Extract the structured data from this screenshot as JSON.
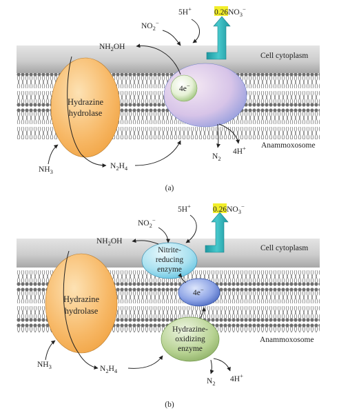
{
  "colors": {
    "membrane": "#cfcfcf",
    "membrane_dark": "#a9a9a9",
    "lipid": "#7a7a7a",
    "hydrazine_hydrolase": "#f6b45b",
    "yield_highlight": "#f2ee2a",
    "export_arrow": "#38b5b5",
    "hzo_enzyme": "#9ebb79",
    "nir_enzyme": "#7fd0e7",
    "electron_carrier": "#4a6bbf"
  },
  "panel_a": {
    "caption": "(a)",
    "cytoplasm_label": "Cell cytoplasm",
    "anammoxosome_label": "Anammoxosome",
    "hydrolase_line1": "Hydrazine",
    "hydrolase_line2": "hydrolase",
    "nh2oh": "NH",
    "nh2oh_sub": "2",
    "nh2oh_tail": "OH",
    "no2": "NO",
    "no2_sub": "2",
    "no2_sup": "−",
    "h_in": "5H",
    "h_in_sup": "+",
    "yield_coef": "0.26",
    "no3": "NO",
    "no3_sub": "3",
    "no3_sup": "−",
    "electrons": "4e",
    "electrons_sup": "−",
    "nh3": "NH",
    "nh3_sub": "3",
    "n2h4": "N",
    "n2h4_sub1": "2",
    "n2h4_mid": "H",
    "n2h4_sub2": "4",
    "n2": "N",
    "n2_sub": "2",
    "h_out": "4H",
    "h_out_sup": "+"
  },
  "panel_b": {
    "caption": "(b)",
    "cytoplasm_label": "Cell cytoplasm",
    "anammoxosome_label": "Anammoxosome",
    "hydrolase_line1": "Hydrazine",
    "hydrolase_line2": "hydrolase",
    "nir_line1": "Nitrite-",
    "nir_line2": "reducing",
    "nir_line3": "enzyme",
    "hzo_line1": "Hydrazine-",
    "hzo_line2": "oxidizing",
    "hzo_line3": "enzyme",
    "nh2oh": "NH",
    "nh2oh_sub": "2",
    "nh2oh_tail": "OH",
    "no2": "NO",
    "no2_sub": "2",
    "no2_sup": "−",
    "h_in": "5H",
    "h_in_sup": "+",
    "yield_coef": "0.26",
    "no3": "NO",
    "no3_sub": "3",
    "no3_sup": "−",
    "electrons": "4e",
    "electrons_sup": "−",
    "nh3": "NH",
    "nh3_sub": "3",
    "n2h4": "N",
    "n2h4_sub1": "2",
    "n2h4_mid": "H",
    "n2h4_sub2": "4",
    "n2": "N",
    "n2_sub": "2",
    "h_out": "4H",
    "h_out_sup": "+"
  }
}
